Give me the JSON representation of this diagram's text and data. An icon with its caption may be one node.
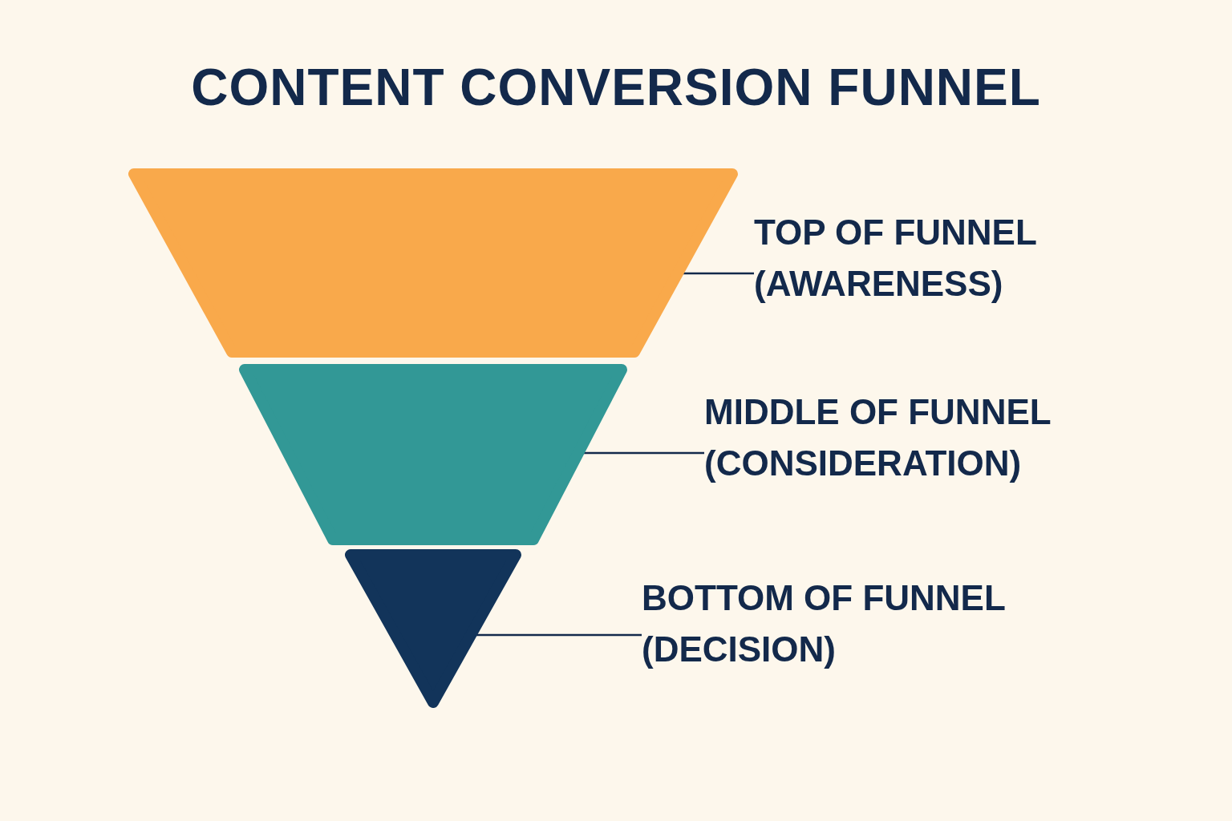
{
  "diagram": {
    "title": "CONTENT CONVERSION FUNNEL",
    "nodes": [
      {
        "text": [],
        "shape": "trapezoid"
      },
      {
        "text": [
          "TOP OF FUNNEL (AWARENESS)"
        ]
      },
      {
        "text": [],
        "shape": "trapezoid"
      },
      {
        "text": [
          "MIDDLE OF FUNNEL (CONSIDERATION)"
        ]
      },
      {
        "text": [],
        "shape": "triangle"
      },
      {
        "text": [
          "BOTTOM OF FUNNEL (DECISION)"
        ]
      }
    ],
    "edges": [
      {
        "from": 1,
        "to": 0,
        "arrow": "none"
      },
      {
        "from": 3,
        "to": 2,
        "arrow": "none"
      },
      {
        "from": 5,
        "to": 4,
        "arrow": "none"
      }
    ]
  }
}
